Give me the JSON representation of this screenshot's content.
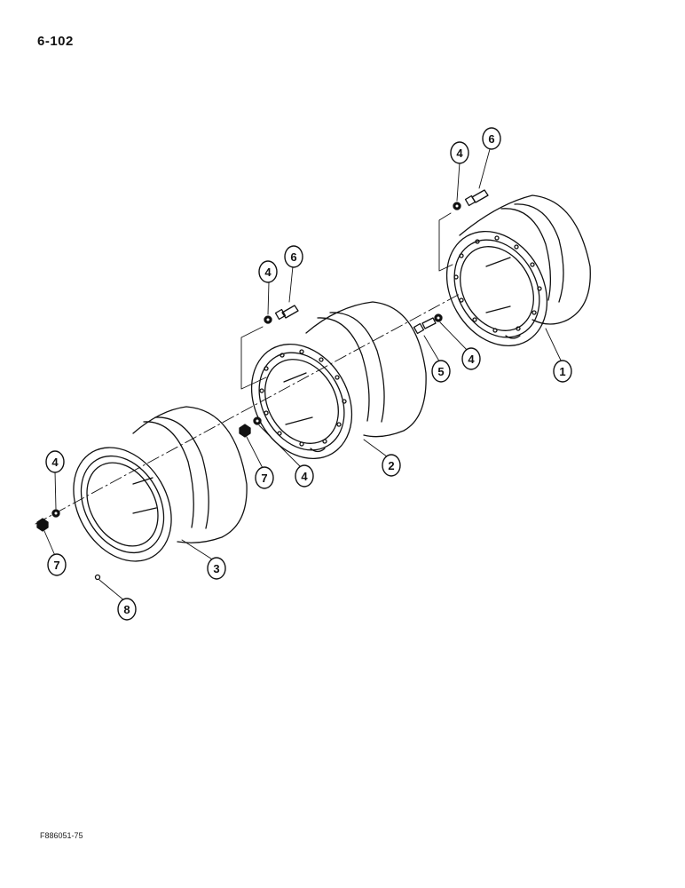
{
  "page": {
    "page_number": "6-102",
    "figure_id": "F886051-75"
  },
  "callouts": [
    {
      "id": "c1",
      "label": "1"
    },
    {
      "id": "c2",
      "label": "2"
    },
    {
      "id": "c3",
      "label": "3"
    },
    {
      "id": "c4a",
      "label": "4"
    },
    {
      "id": "c4b",
      "label": "4"
    },
    {
      "id": "c4c",
      "label": "4"
    },
    {
      "id": "c4d",
      "label": "4"
    },
    {
      "id": "c4e",
      "label": "4"
    },
    {
      "id": "c5",
      "label": "5"
    },
    {
      "id": "c6a",
      "label": "6"
    },
    {
      "id": "c6b",
      "label": "6"
    },
    {
      "id": "c7a",
      "label": "7"
    },
    {
      "id": "c7b",
      "label": "7"
    },
    {
      "id": "c8",
      "label": "8"
    }
  ]
}
